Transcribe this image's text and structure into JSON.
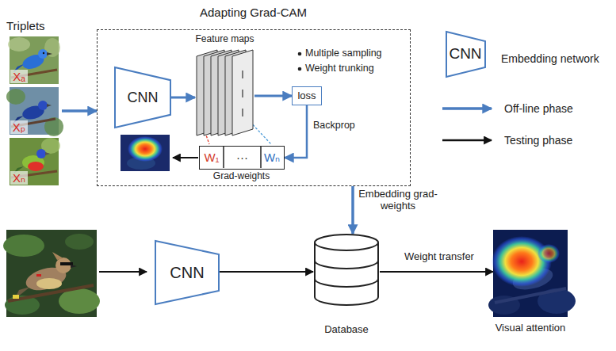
{
  "diagram": {
    "nodes": [
      {
        "text": [
          "Triplets",
          "Xₐ",
          "Xₚ",
          "Xₙ"
        ]
      },
      {
        "text": [
          "Adapting Grad-CAM"
        ]
      },
      {
        "text": [
          "CNN"
        ],
        "in": 1
      },
      {
        "text": [
          "Feature maps"
        ],
        "in": 1
      },
      {
        "text": [
          "loss"
        ],
        "in": 1
      },
      {
        "text": [
          "W₁",
          "···",
          "Wₙ",
          "Grad-weights"
        ],
        "in": 1
      },
      {
        "text": [
          "CNN"
        ]
      },
      {
        "text": [
          "Database"
        ]
      },
      {
        "text": [
          "Visual attention"
        ]
      }
    ],
    "edges": [
      {
        "from": 0,
        "to": 1,
        "arrow": "to"
      },
      {
        "from": 2,
        "to": 3,
        "arrow": "to"
      },
      {
        "from": 3,
        "to": 4,
        "arrow": "to"
      },
      {
        "from": 4,
        "to": 5,
        "label": "Backprop",
        "arrow": "to"
      },
      {
        "from": 1,
        "to": 7,
        "label": "Embedding grad-weights",
        "arrow": "to"
      },
      {
        "from": 6,
        "to": 7,
        "arrow": "to"
      },
      {
        "from": 7,
        "to": 8,
        "label": "Weight transfer",
        "arrow": "to"
      }
    ],
    "labels": [
      "Multiple sampling",
      "Weight trunking",
      "CNN"
    ],
    "legend": [
      {
        "text": "Embedding network"
      },
      {
        "text": "Off-line phase"
      },
      {
        "text": "Testing phase"
      }
    ]
  }
}
